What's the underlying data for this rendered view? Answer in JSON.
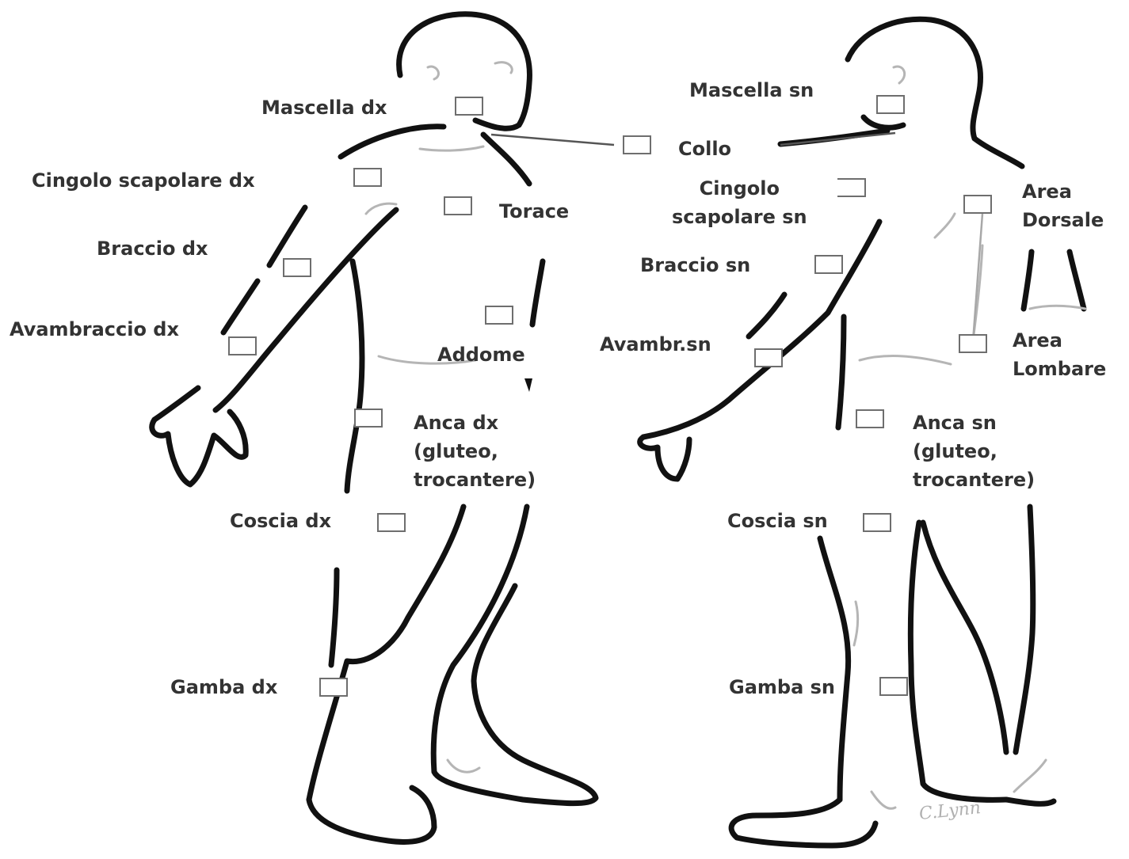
{
  "diagram": {
    "left_labels": {
      "mascella_dx": "Mascella dx",
      "cingolo_dx": "Cingolo scapolare dx",
      "torace": "Torace",
      "braccio_dx": "Braccio dx",
      "avambraccio_dx": "Avambraccio dx",
      "addome": "Addome",
      "anca_dx": "Anca dx\n(gluteo,\ntrocantere)",
      "coscia_dx": "Coscia dx",
      "gamba_dx": "Gamba dx"
    },
    "shared_labels": {
      "collo": "Collo"
    },
    "right_labels": {
      "mascella_sn": "Mascella sn",
      "cingolo_sn": "Cingolo\nscapolare sn",
      "area_dorsale": "Area\nDorsale",
      "braccio_sn": "Braccio sn",
      "avambraccio_sn": "Avambr.sn",
      "area_lombare": "Area\nLombare",
      "anca_sn": "Anca sn\n(gluteo,\ntrocantere)",
      "coscia_sn": "Coscia sn",
      "gamba_sn": "Gamba sn"
    },
    "signature": "C.Lynn",
    "colors": {
      "outline": "#111111",
      "faint": "#b5b5b5",
      "label": "#333333",
      "box_border": "#6e6e6e"
    }
  }
}
